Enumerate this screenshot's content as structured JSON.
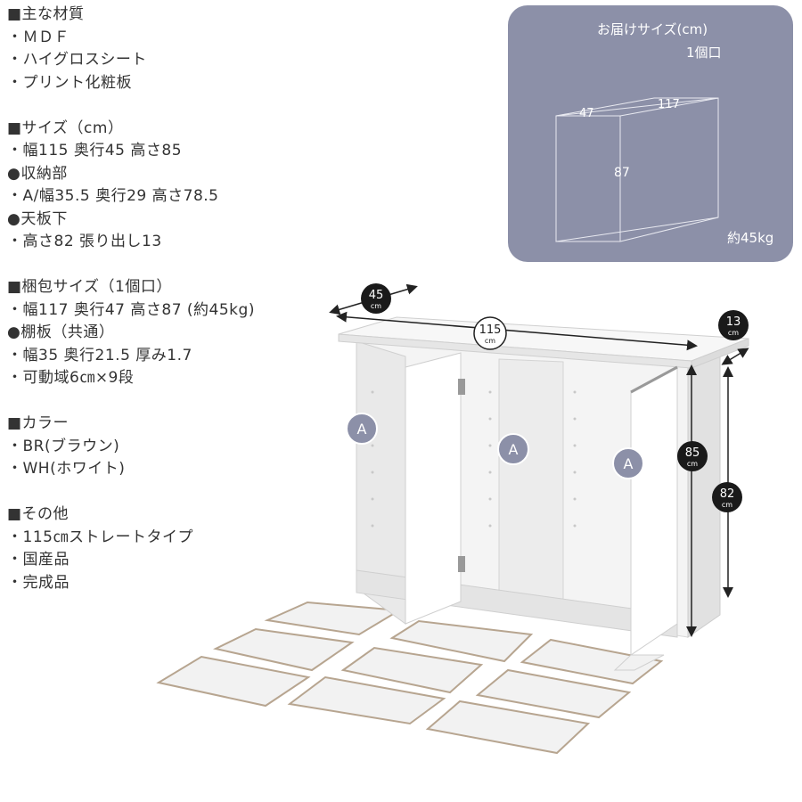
{
  "specs": {
    "materials_header": "■主な材質",
    "materials": [
      "・ＭＤＦ",
      "・ハイグロスシート",
      "・プリント化粧板"
    ],
    "size_header": "■サイズ（cm）",
    "size_line": "・幅115 奥行45 高さ85",
    "storage_header": "●収納部",
    "storage_line": "・A/幅35.5 奥行29 高さ78.5",
    "top_header": "●天板下",
    "top_line": "・高さ82 張り出し13",
    "package_header": "■梱包サイズ（1個口）",
    "package_line": "・幅117 奥行47 高さ87 (約45kg)",
    "shelf_header": "●棚板（共通）",
    "shelf_lines": [
      "・幅35 奥行21.5 厚み1.7",
      "・可動域6㎝×9段"
    ],
    "color_header": "■カラー",
    "colors": [
      "・BR(ブラウン)",
      "・WH(ホワイト)"
    ],
    "other_header": "■その他",
    "others": [
      "・115㎝ストレートタイプ",
      "・国産品",
      "・完成品"
    ]
  },
  "package_box": {
    "title": "お届けサイズ(cm)",
    "count": "1個口",
    "depth": "47",
    "width": "117",
    "height": "87",
    "weight": "約45kg",
    "bg_color": "#8c90a8"
  },
  "dimensions": {
    "depth": "45",
    "width": "115",
    "overhang": "13",
    "height": "85",
    "under_top": "82",
    "unit": "cm",
    "compartment": "A"
  }
}
